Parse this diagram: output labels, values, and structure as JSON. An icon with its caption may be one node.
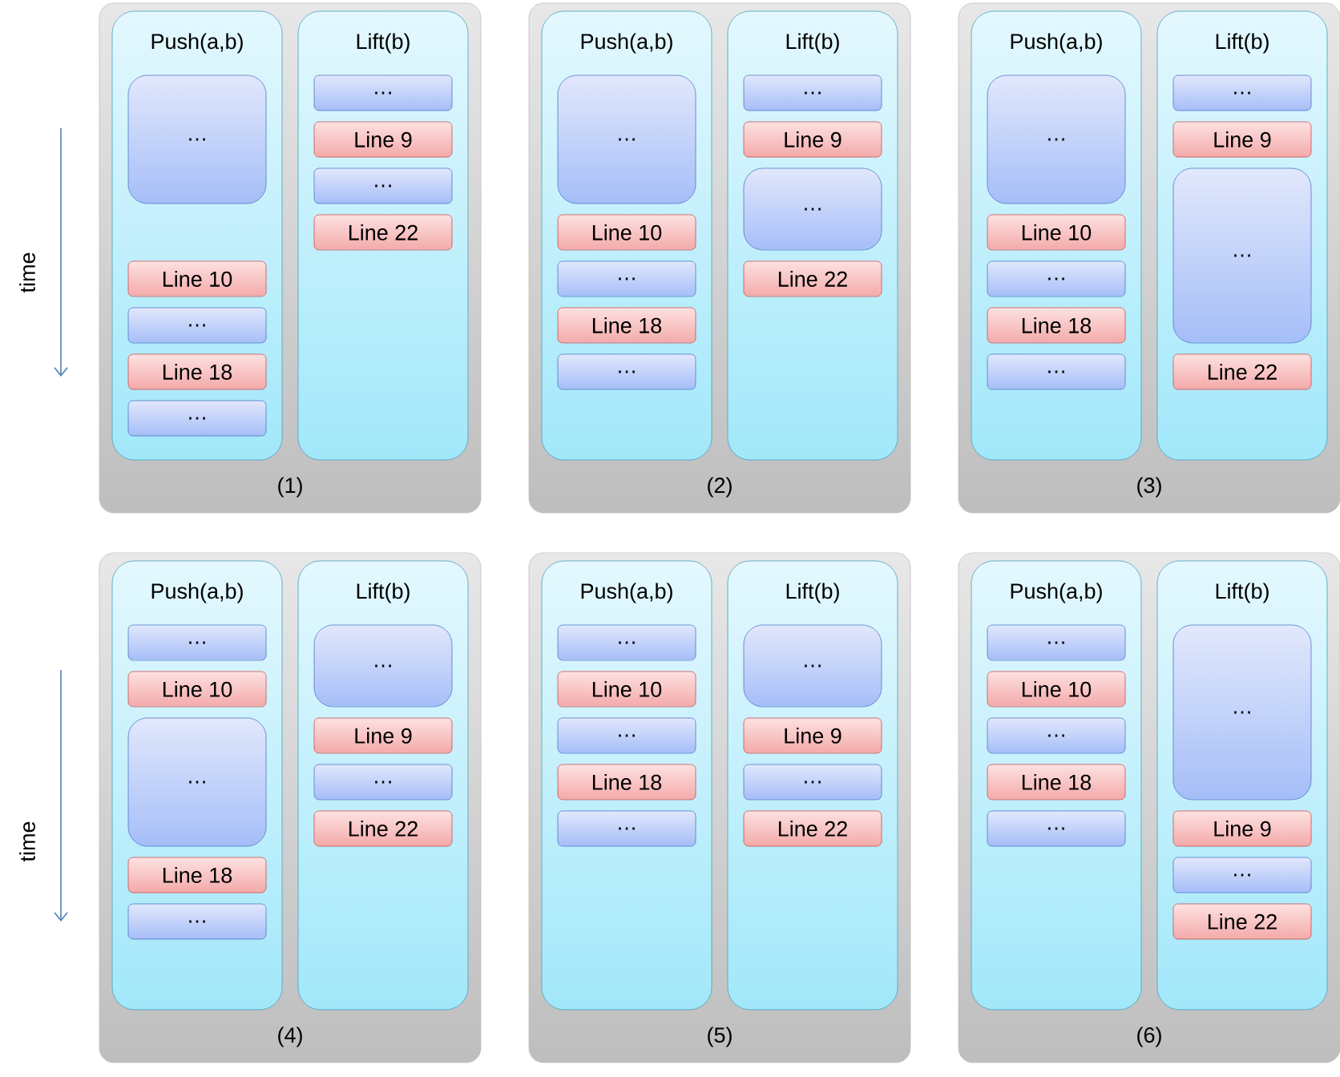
{
  "diagram": {
    "nodes": [
      {
        "text": [
          "(1)"
        ]
      },
      {
        "text": [
          "Push(a,b)"
        ],
        "in": 0
      },
      {
        "text": [
          "…"
        ],
        "in": 1
      },
      {
        "text": [
          "Line 10"
        ],
        "in": 1
      },
      {
        "text": [
          "…"
        ],
        "in": 1
      },
      {
        "text": [
          "Line 18"
        ],
        "in": 1
      },
      {
        "text": [
          "…"
        ],
        "in": 1
      },
      {
        "text": [
          "Lift(b)"
        ],
        "in": 0
      },
      {
        "text": [
          "…"
        ],
        "in": 7
      },
      {
        "text": [
          "Line 9"
        ],
        "in": 7
      },
      {
        "text": [
          "…"
        ],
        "in": 7
      },
      {
        "text": [
          "Line 22"
        ],
        "in": 7
      },
      {
        "text": [
          "(2)"
        ]
      },
      {
        "text": [
          "Push(a,b)"
        ],
        "in": 12
      },
      {
        "text": [
          "…"
        ],
        "in": 13
      },
      {
        "text": [
          "Line 10"
        ],
        "in": 13
      },
      {
        "text": [
          "…"
        ],
        "in": 13
      },
      {
        "text": [
          "Line 18"
        ],
        "in": 13
      },
      {
        "text": [
          "…"
        ],
        "in": 13
      },
      {
        "text": [
          "Lift(b)"
        ],
        "in": 12
      },
      {
        "text": [
          "…"
        ],
        "in": 19
      },
      {
        "text": [
          "Line 9"
        ],
        "in": 19
      },
      {
        "text": [
          "…"
        ],
        "in": 19
      },
      {
        "text": [
          "Line 22"
        ],
        "in": 19
      },
      {
        "text": [
          "(3)"
        ]
      },
      {
        "text": [
          "Push(a,b)"
        ],
        "in": 24
      },
      {
        "text": [
          "…"
        ],
        "in": 25
      },
      {
        "text": [
          "Line 10"
        ],
        "in": 25
      },
      {
        "text": [
          "…"
        ],
        "in": 25
      },
      {
        "text": [
          "Line 18"
        ],
        "in": 25
      },
      {
        "text": [
          "…"
        ],
        "in": 25
      },
      {
        "text": [
          "Lift(b)"
        ],
        "in": 24
      },
      {
        "text": [
          "…"
        ],
        "in": 31
      },
      {
        "text": [
          "Line 9"
        ],
        "in": 31
      },
      {
        "text": [
          "…"
        ],
        "in": 31
      },
      {
        "text": [
          "Line 22"
        ],
        "in": 31
      },
      {
        "text": [
          "(4)"
        ]
      },
      {
        "text": [
          "Push(a,b)"
        ],
        "in": 36
      },
      {
        "text": [
          "…"
        ],
        "in": 37
      },
      {
        "text": [
          "Line 10"
        ],
        "in": 37
      },
      {
        "text": [
          "…"
        ],
        "in": 37
      },
      {
        "text": [
          "Line 18"
        ],
        "in": 37
      },
      {
        "text": [
          "…"
        ],
        "in": 37
      },
      {
        "text": [
          "Lift(b)"
        ],
        "in": 36
      },
      {
        "text": [
          "…"
        ],
        "in": 43
      },
      {
        "text": [
          "Line 9"
        ],
        "in": 43
      },
      {
        "text": [
          "…"
        ],
        "in": 43
      },
      {
        "text": [
          "Line 22"
        ],
        "in": 43
      },
      {
        "text": [
          "(5)"
        ]
      },
      {
        "text": [
          "Push(a,b)"
        ],
        "in": 48
      },
      {
        "text": [
          "…"
        ],
        "in": 49
      },
      {
        "text": [
          "Line 10"
        ],
        "in": 49
      },
      {
        "text": [
          "…"
        ],
        "in": 49
      },
      {
        "text": [
          "Line 18"
        ],
        "in": 49
      },
      {
        "text": [
          "…"
        ],
        "in": 49
      },
      {
        "text": [
          "Lift(b)"
        ],
        "in": 48
      },
      {
        "text": [
          "…"
        ],
        "in": 55
      },
      {
        "text": [
          "Line 9"
        ],
        "in": 55
      },
      {
        "text": [
          "…"
        ],
        "in": 55
      },
      {
        "text": [
          "Line 22"
        ],
        "in": 55
      },
      {
        "text": [
          "(6)"
        ]
      },
      {
        "text": [
          "Push(a,b)"
        ],
        "in": 60
      },
      {
        "text": [
          "…"
        ],
        "in": 61
      },
      {
        "text": [
          "Line 10"
        ],
        "in": 61
      },
      {
        "text": [
          "…"
        ],
        "in": 61
      },
      {
        "text": [
          "Line 18"
        ],
        "in": 61
      },
      {
        "text": [
          "…"
        ],
        "in": 61
      },
      {
        "text": [
          "Lift(b)"
        ],
        "in": 60
      },
      {
        "text": [
          "…"
        ],
        "in": 67
      },
      {
        "text": [
          "Line 9"
        ],
        "in": 67
      },
      {
        "text": [
          "…"
        ],
        "in": 67
      },
      {
        "text": [
          "Line 22"
        ],
        "in": 67
      }
    ],
    "labels": [
      "time",
      "time"
    ]
  }
}
